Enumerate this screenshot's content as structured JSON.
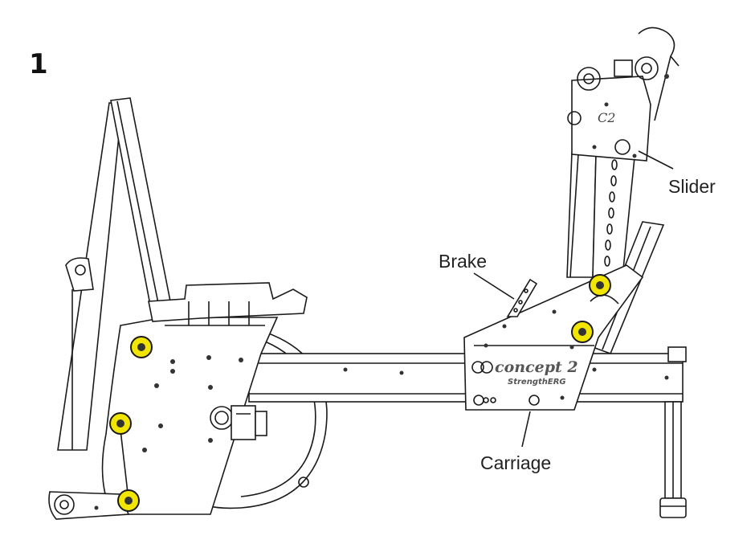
{
  "step_number": "1",
  "callouts": {
    "slider": "Slider",
    "brake": "Brake",
    "carriage": "Carriage"
  },
  "logo": {
    "brand": "concept 2",
    "model": "StrengthERG",
    "badge": "C2"
  },
  "colors": {
    "highlight": "#f2e600",
    "line": "#1a1a1a"
  }
}
